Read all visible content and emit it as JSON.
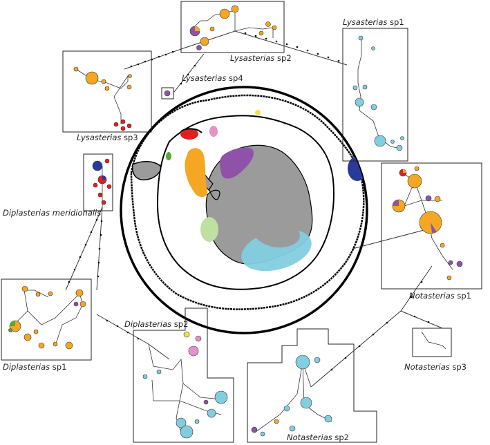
{
  "colors": {
    "orange": "#f5a623",
    "purple": "#8e53a8",
    "cyan": "#82cde0",
    "red": "#e02020",
    "navy": "#2a3a9a",
    "green": "#5aa832",
    "yellow": "#f2e24a",
    "pink": "#e890c8",
    "lightgreen": "#bfe0a0",
    "land": "#9b9b9b"
  },
  "labels": {
    "lys_sp1": {
      "genus": "Lysasterias",
      "sp": " sp1"
    },
    "lys_sp2": {
      "genus": "Lysasterias",
      "sp": " sp2"
    },
    "lys_sp3": {
      "genus": "Lysasterias",
      "sp": " sp3"
    },
    "lys_sp4": {
      "genus": "Lysasterias",
      "sp": " sp4"
    },
    "dip_mer": {
      "genus": "Diplasterias meridionalis",
      "sp": ""
    },
    "dip_sp1": {
      "genus": "Diplasterias",
      "sp": " sp1"
    },
    "dip_sp2": {
      "genus": "Diplasterias",
      "sp": " sp2"
    },
    "not_sp1": {
      "genus": "Notasterias",
      "sp": " sp1"
    },
    "not_sp2": {
      "genus": "Notasterias",
      "sp": " sp2"
    },
    "not_sp3": {
      "genus": "Notasterias",
      "sp": " sp3"
    }
  }
}
